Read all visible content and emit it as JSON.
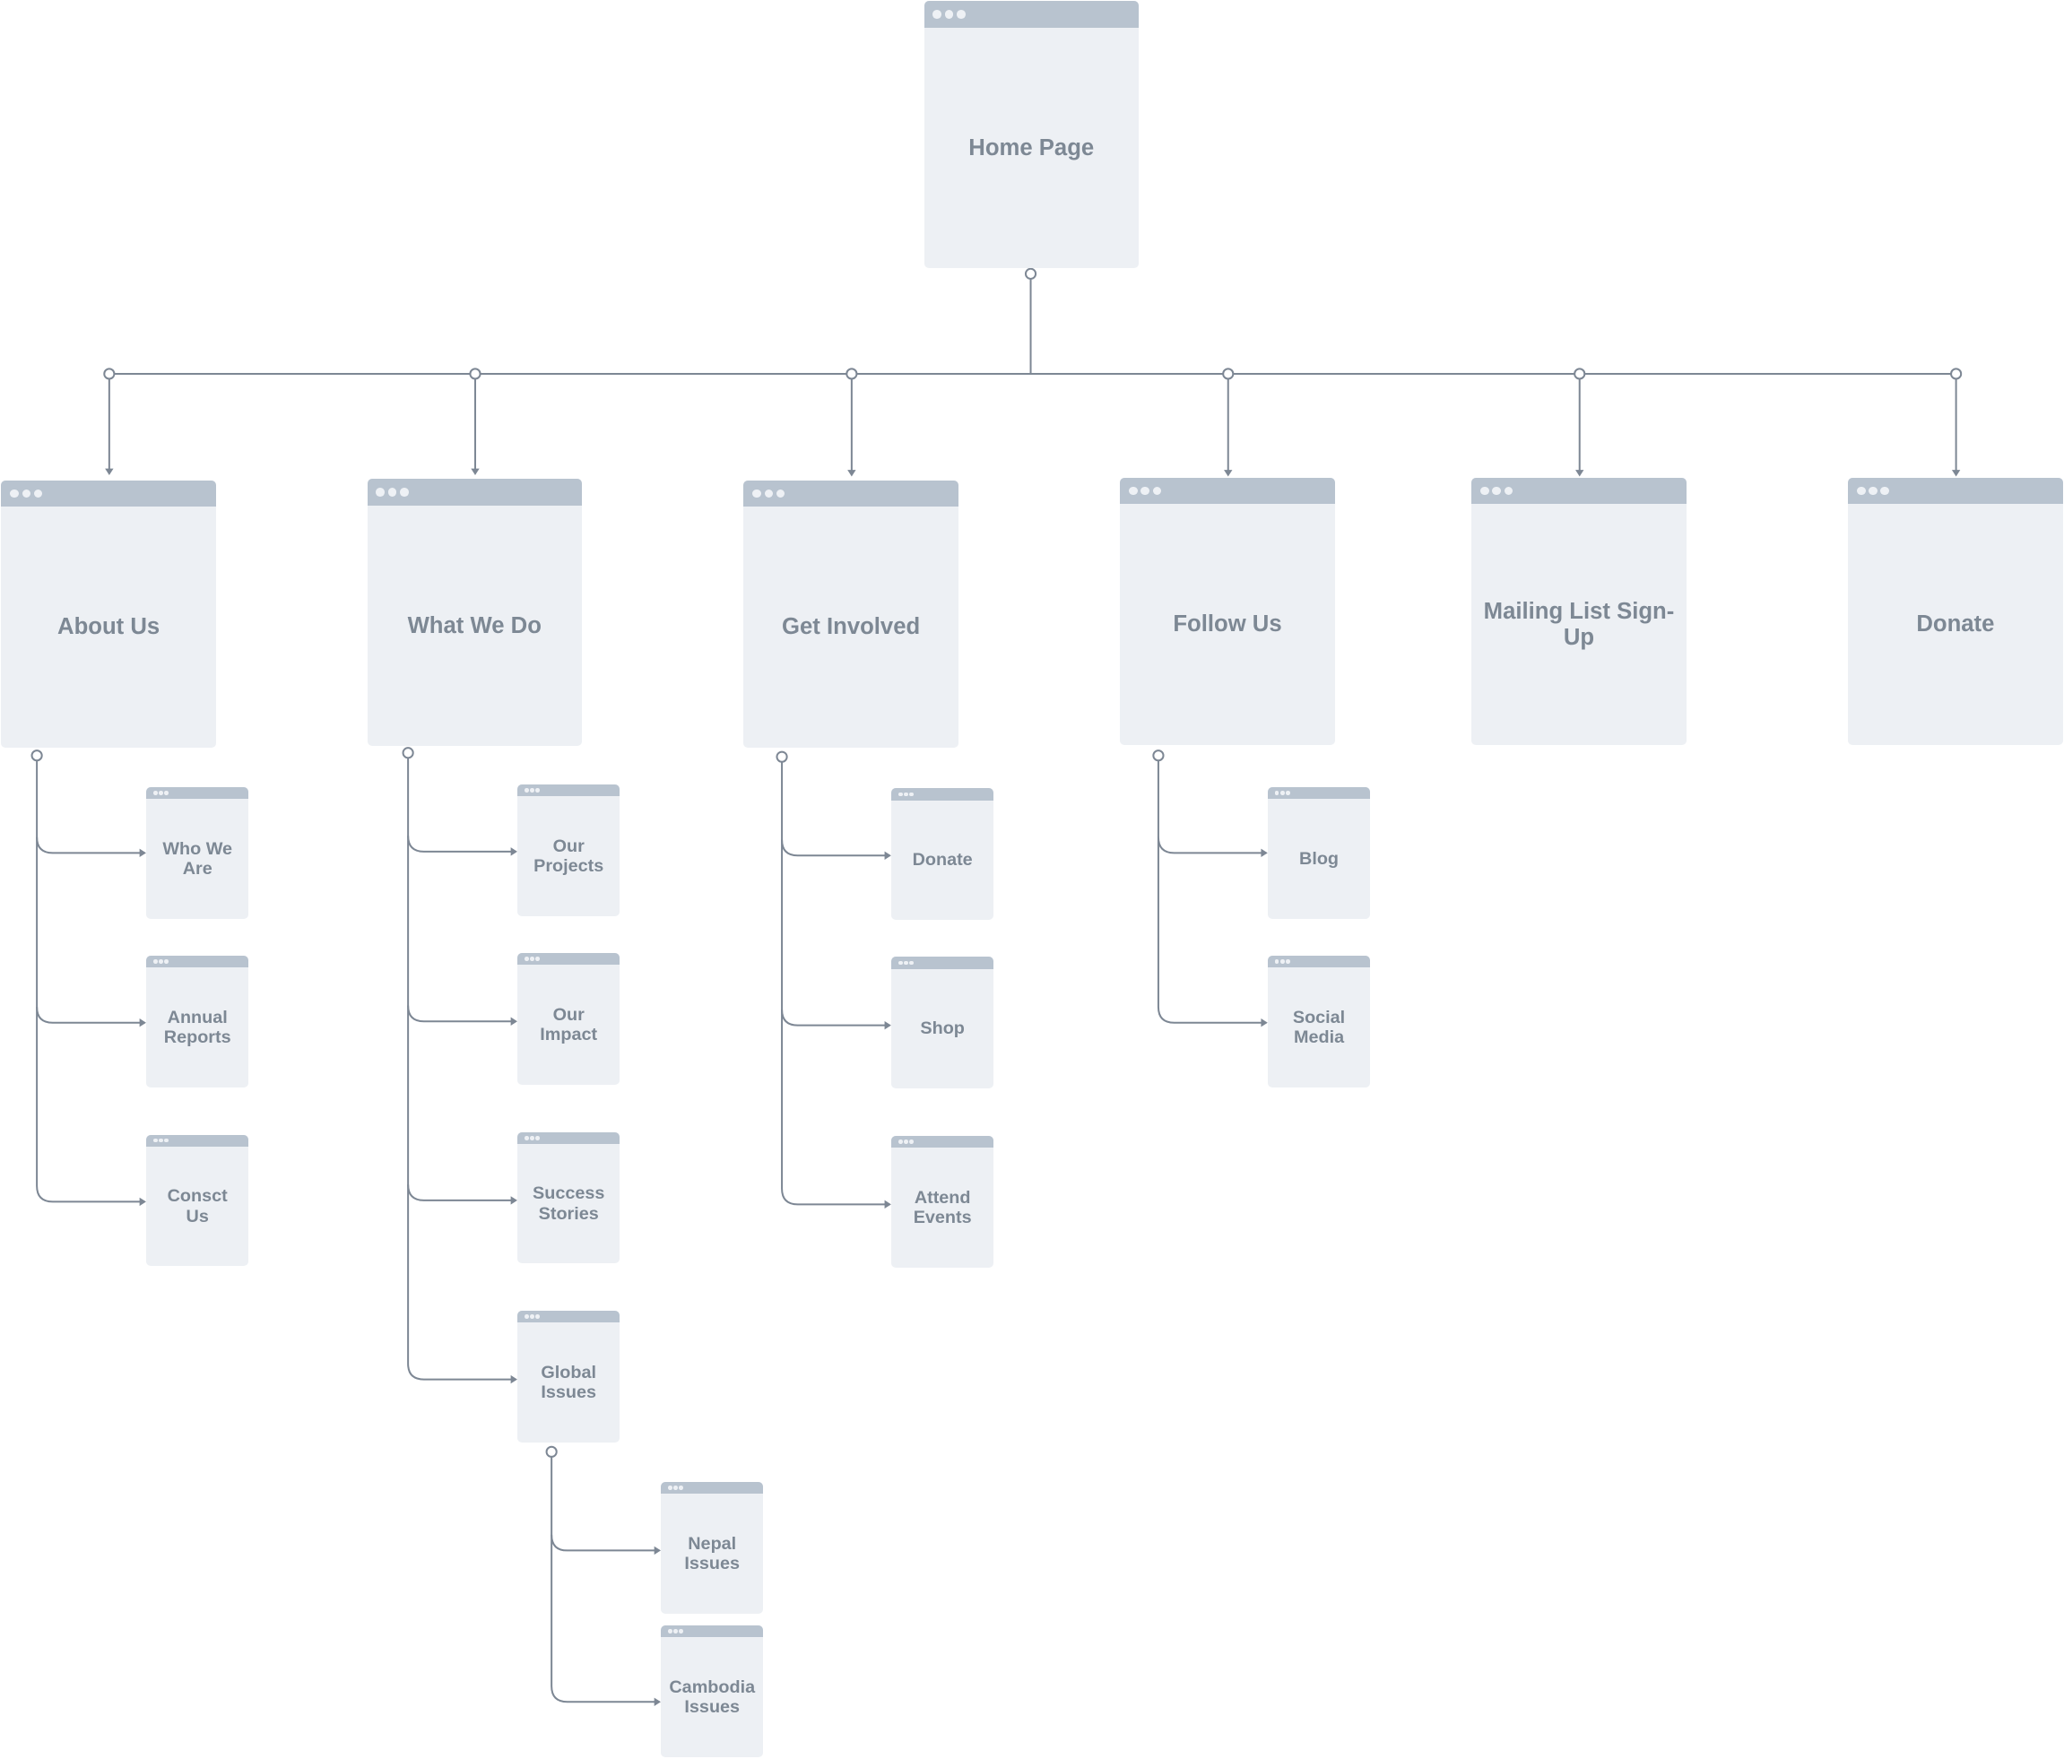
{
  "colors": {
    "line": "#7d8794",
    "card": "#edf0f4",
    "card_bar": "#b8c3cf",
    "text": "#7d8894"
  },
  "home": {
    "label": "Home Page"
  },
  "sections": [
    {
      "label": "About Us"
    },
    {
      "label": "What We Do"
    },
    {
      "label": "Get Involved"
    },
    {
      "label": "Follow Us"
    },
    {
      "label": "Mailing List Sign-Up"
    },
    {
      "label": "Donate"
    }
  ],
  "subpages": {
    "about": [
      {
        "label": "Who We Are"
      },
      {
        "label": "Annual Reports"
      },
      {
        "label": "Consct Us"
      }
    ],
    "what": [
      {
        "label": "Our Projects"
      },
      {
        "label": "Our Impact"
      },
      {
        "label": "Success Stories"
      },
      {
        "label": "Global Issues"
      }
    ],
    "involved": [
      {
        "label": "Donate"
      },
      {
        "label": "Shop"
      },
      {
        "label": "Attend Events"
      }
    ],
    "follow": [
      {
        "label": "Blog"
      },
      {
        "label": "Social Media"
      }
    ],
    "global": [
      {
        "label": "Nepal Issues"
      },
      {
        "label": "Cambodia Issues"
      }
    ]
  }
}
